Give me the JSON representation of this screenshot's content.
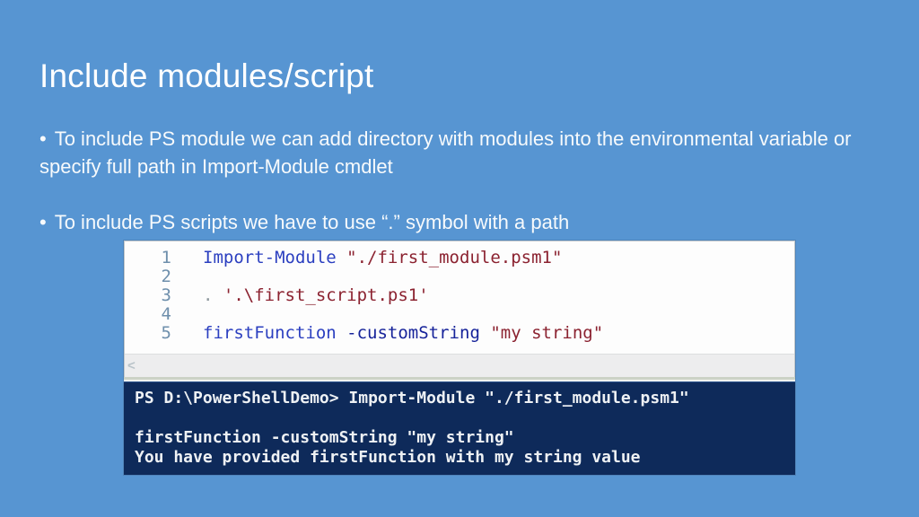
{
  "slide": {
    "title": "Include modules/script",
    "bullet_glyph": "•",
    "bullets": [
      "To include PS module we can add directory with modules into the environmental variable or specify full path in Import-Module cmdlet",
      "To include PS scripts we have to use “.” symbol with a path"
    ]
  },
  "screenshot": {
    "editor": {
      "scrollbar_arrow": "<",
      "lines": [
        {
          "number": "1",
          "segments": [
            {
              "text": "Import-Module",
              "token": "command"
            },
            {
              "text": " ",
              "token": "plain"
            },
            {
              "text": "\"./first_module.psm1\"",
              "token": "string"
            }
          ]
        },
        {
          "number": "2",
          "segments": []
        },
        {
          "number": "3",
          "segments": [
            {
              "text": ".",
              "token": "operator"
            },
            {
              "text": " ",
              "token": "plain"
            },
            {
              "text": "'.\\first_script.ps1'",
              "token": "string"
            }
          ]
        },
        {
          "number": "4",
          "segments": []
        },
        {
          "number": "5",
          "segments": [
            {
              "text": "firstFunction",
              "token": "command"
            },
            {
              "text": " ",
              "token": "plain"
            },
            {
              "text": "-customString",
              "token": "parameter"
            },
            {
              "text": " ",
              "token": "plain"
            },
            {
              "text": "\"my string\"",
              "token": "string"
            }
          ]
        }
      ]
    },
    "console": {
      "lines": [
        "PS D:\\PowerShellDemo> Import-Module \"./first_module.psm1\"",
        "",
        "firstFunction -customString \"my string\"",
        "You have provided firstFunction with my string value"
      ]
    }
  },
  "colors": {
    "slide_bg": "#5795d2",
    "title_text": "#ffffff",
    "body_text": "#f7fafc",
    "editor_bg": "#fdfdfd",
    "editor_border": "#c2c8cc",
    "line_number": "#6e8fac",
    "code_command": "#2b3fc0",
    "code_parameter": "#16239a",
    "code_string": "#8b2230",
    "code_operator": "#8e989e",
    "scrollbar_bg": "#ededee",
    "scrollbar_arrow": "#b9c3c9",
    "console_bg": "#0e2a5a",
    "console_text": "#eef1f4"
  }
}
